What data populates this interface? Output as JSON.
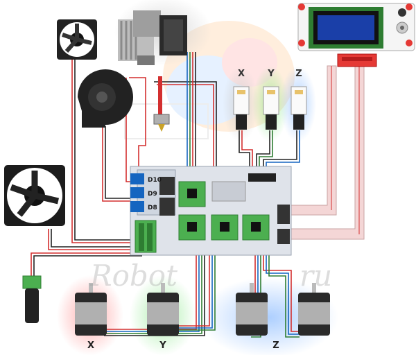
{
  "endstop_labels": [
    "X",
    "Y",
    "Z"
  ],
  "motor_labels": [
    "X",
    "Y",
    "Z"
  ],
  "board_labels": [
    "D10",
    "D9",
    "D8"
  ],
  "watermark": "Robot",
  "watermark_tail": "ru",
  "colors": {
    "x": "#e53935",
    "y": "#43a047",
    "z": "#1e88e5",
    "board": "#dfe3ea",
    "pcb_green": "#4caf50",
    "lcd_screen": "#1a3fa8",
    "lcd_pcb": "#2e7d32",
    "wire_red": "#d32f2f",
    "wire_black": "#222222",
    "wire_blue": "#1565c0",
    "wire_green": "#2e7d32",
    "ribbon": "#f4d6d6"
  },
  "icons": [
    "fan-icon",
    "blower-icon",
    "heatsink-icon",
    "hotend-icon",
    "lcd-icon",
    "endstop-icon",
    "stepper-motor-icon",
    "power-jack-icon",
    "stepper-driver-icon"
  ]
}
